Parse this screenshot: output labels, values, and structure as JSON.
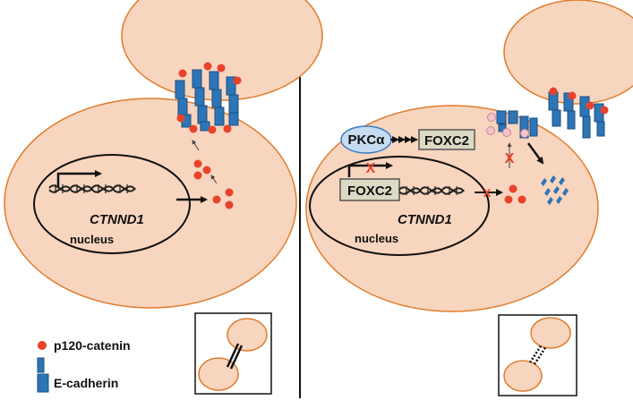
{
  "left_panel": {
    "gene_label": "CTNND1",
    "nucleus_label": "nucleus"
  },
  "right_panel": {
    "gene_label": "CTNND1",
    "nucleus_label": "nucleus",
    "pkc_label": "PKCα",
    "foxc2_label": "FOXC2",
    "foxc2_bound_label": "FOXC2",
    "block_mark": "X"
  },
  "legend": {
    "p120_label": "p120-catenin",
    "ecad_label": "E-cadherin"
  },
  "colors": {
    "cell_fill": "#f8d5bf",
    "cell_stroke": "#e07c2c",
    "ecadherin": "#2e75b6",
    "p120": "#e8432a",
    "foxc2_box": "#dcd9c4",
    "pkc_fill": "#c7dcf0",
    "pkc_stroke": "#3c7cc4",
    "inhibit": "#e8432a"
  }
}
